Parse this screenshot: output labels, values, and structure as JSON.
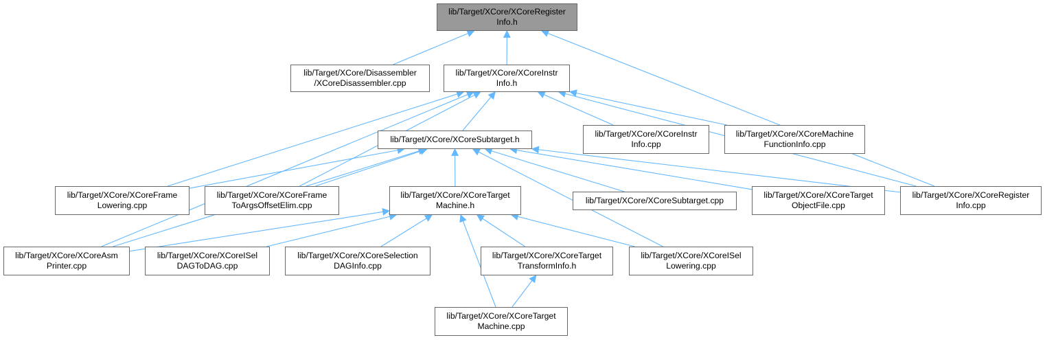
{
  "graph": {
    "nodes": {
      "registerinfo_h": {
        "lines": [
          "lib/Target/XCore/XCoreRegister",
          "Info.h"
        ],
        "highlighted": true
      },
      "disassembler": {
        "lines": [
          "lib/Target/XCore/Disassembler",
          "/XCoreDisassembler.cpp"
        ]
      },
      "instrinfo_h": {
        "lines": [
          "lib/Target/XCore/XCoreInstr",
          "Info.h"
        ]
      },
      "subtarget_h": {
        "lines": [
          "lib/Target/XCore/XCoreSubtarget.h"
        ]
      },
      "instrinfo_cpp": {
        "lines": [
          "lib/Target/XCore/XCoreInstr",
          "Info.cpp"
        ]
      },
      "machinefuncinfo": {
        "lines": [
          "lib/Target/XCore/XCoreMachine",
          "FunctionInfo.cpp"
        ]
      },
      "framelowering": {
        "lines": [
          "lib/Target/XCore/XCoreFrame",
          "Lowering.cpp"
        ]
      },
      "frametoargs": {
        "lines": [
          "lib/Target/XCore/XCoreFrame",
          "ToArgsOffsetElim.cpp"
        ]
      },
      "targetmachine_h": {
        "lines": [
          "lib/Target/XCore/XCoreTarget",
          "Machine.h"
        ]
      },
      "subtarget_cpp": {
        "lines": [
          "lib/Target/XCore/XCoreSubtarget.cpp"
        ]
      },
      "targetobjectfile": {
        "lines": [
          "lib/Target/XCore/XCoreTarget",
          "ObjectFile.cpp"
        ]
      },
      "registerinfo_cpp": {
        "lines": [
          "lib/Target/XCore/XCoreRegister",
          "Info.cpp"
        ]
      },
      "asmprinter": {
        "lines": [
          "lib/Target/XCore/XCoreAsm",
          "Printer.cpp"
        ]
      },
      "iseldagtodag": {
        "lines": [
          "lib/Target/XCore/XCoreISel",
          "DAGToDAG.cpp"
        ]
      },
      "selectiondaginfo": {
        "lines": [
          "lib/Target/XCore/XCoreSelection",
          "DAGInfo.cpp"
        ]
      },
      "transforminfo_h": {
        "lines": [
          "lib/Target/XCore/XCoreTarget",
          "TransformInfo.h"
        ]
      },
      "isellowering": {
        "lines": [
          "lib/Target/XCore/XCoreISel",
          "Lowering.cpp"
        ]
      },
      "targetmachine_cpp": {
        "lines": [
          "lib/Target/XCore/XCoreTarget",
          "Machine.cpp"
        ]
      }
    },
    "edges": [
      [
        "disassembler",
        "registerinfo_h"
      ],
      [
        "instrinfo_h",
        "registerinfo_h"
      ],
      [
        "registerinfo_cpp",
        "registerinfo_h"
      ],
      [
        "subtarget_h",
        "instrinfo_h"
      ],
      [
        "instrinfo_cpp",
        "instrinfo_h"
      ],
      [
        "machinefuncinfo",
        "instrinfo_h"
      ],
      [
        "framelowering",
        "instrinfo_h"
      ],
      [
        "frametoargs",
        "instrinfo_h"
      ],
      [
        "asmprinter",
        "instrinfo_h"
      ],
      [
        "registerinfo_cpp",
        "instrinfo_h"
      ],
      [
        "framelowering",
        "subtarget_h"
      ],
      [
        "frametoargs",
        "subtarget_h"
      ],
      [
        "targetmachine_h",
        "subtarget_h"
      ],
      [
        "subtarget_cpp",
        "subtarget_h"
      ],
      [
        "targetobjectfile",
        "subtarget_h"
      ],
      [
        "registerinfo_cpp",
        "subtarget_h"
      ],
      [
        "asmprinter",
        "subtarget_h"
      ],
      [
        "isellowering",
        "subtarget_h"
      ],
      [
        "asmprinter",
        "targetmachine_h"
      ],
      [
        "iseldagtodag",
        "targetmachine_h"
      ],
      [
        "selectiondaginfo",
        "targetmachine_h"
      ],
      [
        "transforminfo_h",
        "targetmachine_h"
      ],
      [
        "isellowering",
        "targetmachine_h"
      ],
      [
        "targetmachine_cpp",
        "targetmachine_h"
      ],
      [
        "targetmachine_cpp",
        "transforminfo_h"
      ]
    ],
    "colors": {
      "edge": "#63b8ff",
      "border": "#666666",
      "root_fill": "#999999"
    }
  }
}
